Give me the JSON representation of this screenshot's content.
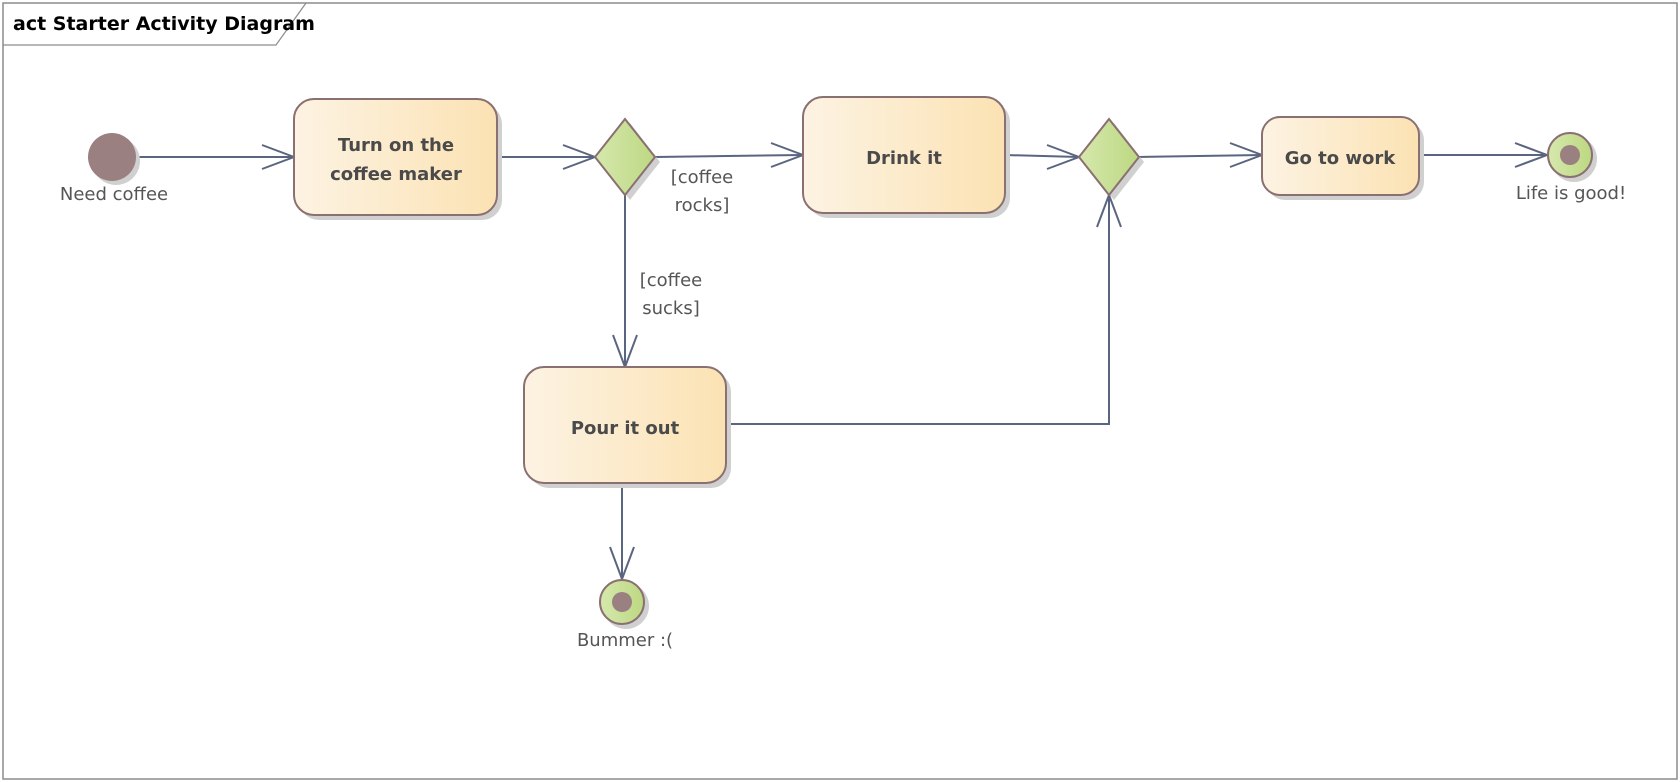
{
  "diagram": {
    "title": "act Starter Activity Diagram",
    "colors": {
      "action_fill_start": "#fdf3e3",
      "action_fill_end": "#fbe3b5",
      "node_border": "#8a7070",
      "decision_fill_start": "#d4e6a8",
      "decision_fill_end": "#bcd882",
      "initial_fill": "#9a8080",
      "edge": "#5a6580"
    },
    "initial_node": {
      "label": "Need coffee"
    },
    "actions": [
      {
        "id": "turn-on",
        "line1": "Turn on the",
        "line2": "coffee maker"
      },
      {
        "id": "drink",
        "line1": "Drink it"
      },
      {
        "id": "go-work",
        "line1": "Go to work"
      },
      {
        "id": "pour",
        "line1": "Pour it out"
      }
    ],
    "guards": {
      "rocks": {
        "line1": "[coffee",
        "line2": "rocks]"
      },
      "sucks": {
        "line1": "[coffee",
        "line2": "sucks]"
      }
    },
    "final_nodes": [
      {
        "label": "Life is good!"
      },
      {
        "label": "Bummer :("
      }
    ]
  }
}
